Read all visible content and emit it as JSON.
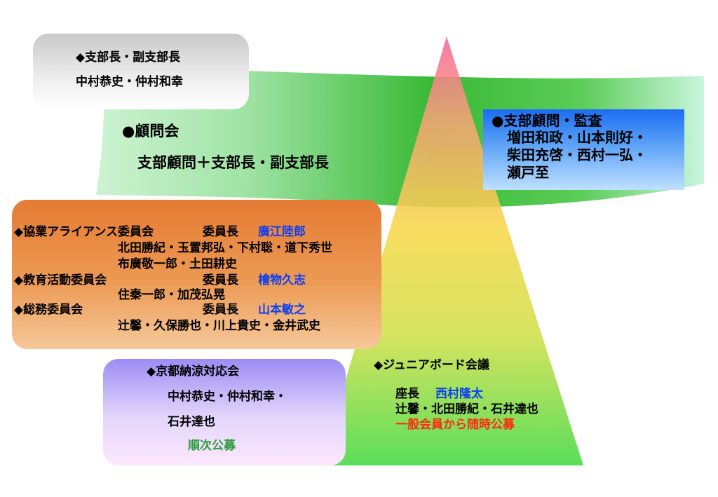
{
  "officers": {
    "heading": "◆支部長・副支部長",
    "names": "中村恭史・仲村和幸"
  },
  "council": {
    "heading": "●顧問会",
    "members": "支部顧問＋支部長・副支部長"
  },
  "advisors": {
    "heading": "●支部顧問・監査",
    "line1": "増田和政・山本則好・",
    "line2": "柴田充啓・西村一弘・",
    "line3": "瀬戸至"
  },
  "committees": {
    "alliance_name": "◆協業アライアンス委員会",
    "alliance_chair_label": "委員長",
    "alliance_chair": "廣江陸郎",
    "alliance_members1": "北田勝紀・玉置邦弘・下村聡・道下秀世",
    "alliance_members2": "布廣敬一郎・土田耕史",
    "education_name": "◆教育活動委員会",
    "education_chair_label": "委員長",
    "education_chair": "檜物久志",
    "education_members": "住秦一郎・加茂弘晃",
    "general_name": "◆総務委員会",
    "general_chair_label": "委員長",
    "general_chair": "山本敏之",
    "general_members": "辻馨・久保勝也・川上貴史・金井武史"
  },
  "kyoto": {
    "heading": "◆京都納涼対応会",
    "line1": "中村恭史・仲村和幸・",
    "line2": "石井達也",
    "recruit": "順次公募"
  },
  "junior": {
    "heading": "◆ジュニアボード会議",
    "chair_label": "座長",
    "chair": "西村隆太",
    "members": "辻馨・北田勝紀・石井達也",
    "recruit": "一般会員から随時公募"
  },
  "colors": {
    "chair_blue": "#0b3ff0",
    "recruit_red": "#ff2a10",
    "recruit_green": "#2f9d3a",
    "pyramid_top": "#f7779a",
    "pyramid_mid": "#f7d84a",
    "pyramid_bottom": "#4fd94a",
    "ribbon_green": "#3fbf3a"
  }
}
